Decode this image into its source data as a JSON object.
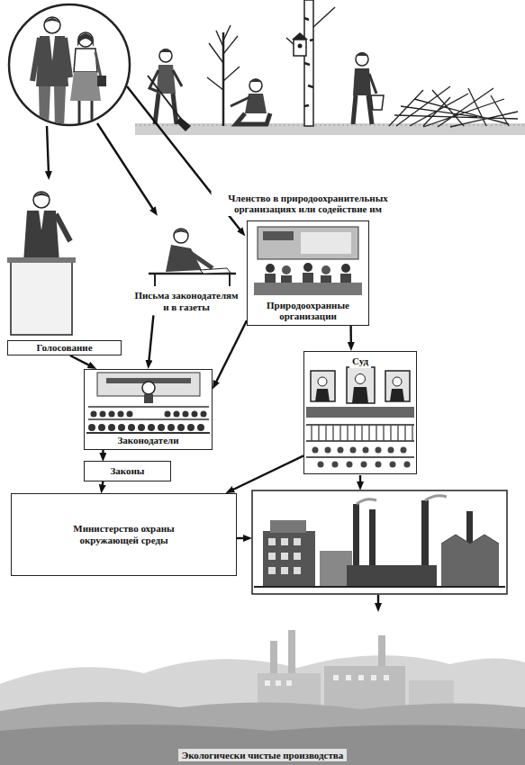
{
  "diagram": {
    "nodes": [
      {
        "text": [
          "Голосование"
        ]
      },
      {
        "text": [
          "Письма законодателям и в газеты"
        ]
      },
      {
        "text": [
          "Членство в природоохранительных организациях или содействие им",
          "Природоохранные организации"
        ]
      },
      {
        "text": [
          "Законодатели"
        ]
      },
      {
        "text": [
          "Суд"
        ]
      },
      {
        "text": [
          "Законы"
        ]
      },
      {
        "text": [
          "Министерство охраны окружающей среды"
        ]
      }
    ],
    "edges": [
      {
        "from": 0,
        "to": 3,
        "arrow": "to"
      },
      {
        "from": 1,
        "to": 3,
        "arrow": "to"
      },
      {
        "from": 2,
        "to": 3,
        "arrow": "to"
      },
      {
        "from": 2,
        "to": 4,
        "arrow": "to"
      },
      {
        "from": 3,
        "to": 5,
        "arrow": "to"
      },
      {
        "from": 5,
        "to": 6,
        "arrow": "to"
      },
      {
        "from": 4,
        "to": 6,
        "arrow": "to"
      }
    ],
    "labels": [
      "Экологически чистые производства"
    ]
  }
}
